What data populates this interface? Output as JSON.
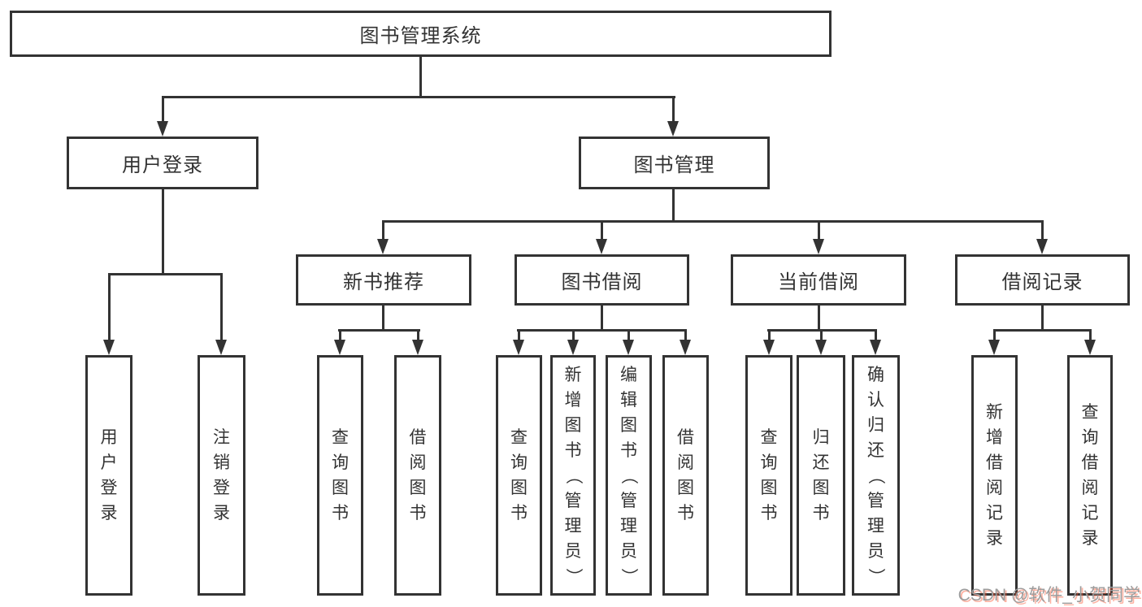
{
  "title": "图书管理系统",
  "tree": {
    "root": {
      "label": "图书管理系统"
    },
    "branches": [
      {
        "label": "用户登录",
        "leaves": [
          {
            "label": "用户登录"
          },
          {
            "label": "注销登录"
          }
        ]
      },
      {
        "label": "图书管理",
        "groups": [
          {
            "label": "新书推荐",
            "leaves": [
              {
                "label": "查询图书"
              },
              {
                "label": "借阅图书"
              }
            ]
          },
          {
            "label": "图书借阅",
            "leaves": [
              {
                "label": "查询图书"
              },
              {
                "label": "新增图书（管理员）"
              },
              {
                "label": "编辑图书（管理员）"
              },
              {
                "label": "借阅图书"
              }
            ]
          },
          {
            "label": "当前借阅",
            "leaves": [
              {
                "label": "查询图书"
              },
              {
                "label": "归还图书"
              },
              {
                "label": "确认归还（管理员）"
              }
            ]
          },
          {
            "label": "借阅记录",
            "leaves": [
              {
                "label": "新增借阅记录"
              },
              {
                "label": "查询借阅记录"
              }
            ]
          }
        ]
      }
    ]
  },
  "watermark": {
    "text": "CSDN @软件_小贺同学"
  },
  "colors": {
    "line": "#333333",
    "text": "#333333",
    "background": "#ffffff",
    "watermark_gray": "#9c9c9c",
    "watermark_red": "#fc5531"
  }
}
